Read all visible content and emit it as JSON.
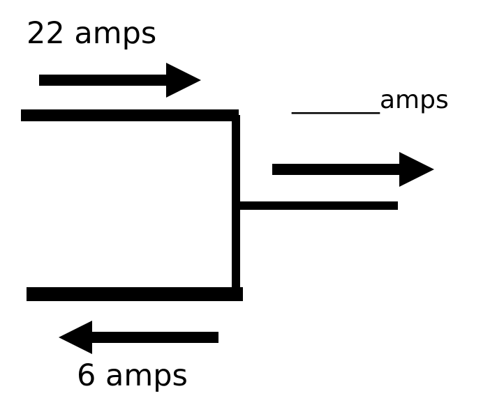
{
  "labels": {
    "top_current": "22 amps",
    "right_current": "_______amps",
    "bottom_current": "6 amps"
  },
  "colors": {
    "ink": "#000000",
    "background": "#ffffff"
  }
}
